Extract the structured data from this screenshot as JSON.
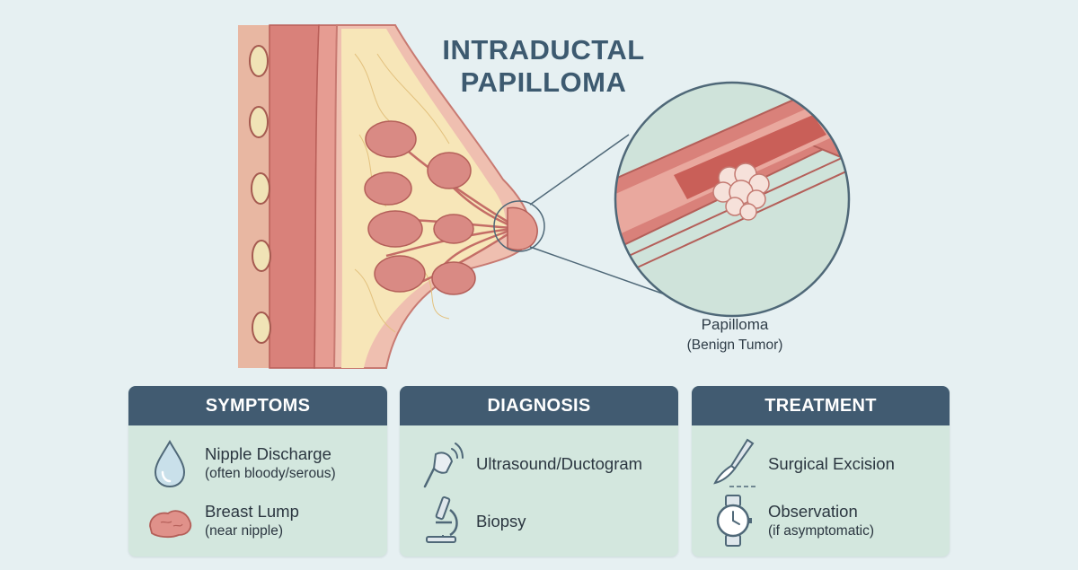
{
  "title_lines": [
    "INTRADUCTAL",
    "PAPILLOMA"
  ],
  "callout": {
    "label": "Papilloma",
    "note": "(Benign Tumor)"
  },
  "cards": [
    {
      "header": "SYMPTOMS",
      "items": [
        {
          "icon": "droplet-icon",
          "main": "Nipple Discharge",
          "sub": "(often bloody/serous)"
        },
        {
          "icon": "lump-icon",
          "main": "Breast Lump",
          "sub": "(near nipple)"
        }
      ]
    },
    {
      "header": "DIAGNOSIS",
      "items": [
        {
          "icon": "ultrasound-probe-icon",
          "main": "Ultrasound/Ductogram",
          "sub": ""
        },
        {
          "icon": "microscope-icon",
          "main": "Biopsy",
          "sub": ""
        }
      ]
    },
    {
      "header": "TREATMENT",
      "items": [
        {
          "icon": "scalpel-icon",
          "main": "Surgical Excision",
          "sub": ""
        },
        {
          "icon": "watch-icon",
          "main": "Observation",
          "sub": "(if asymptomatic)"
        }
      ]
    }
  ],
  "colors": {
    "background": "#e6f0f2",
    "header": "#415b71",
    "card": "#d3e7de",
    "tissue": "#d9817a",
    "fat": "#f7e6b8",
    "lobule": "#d98a84"
  }
}
